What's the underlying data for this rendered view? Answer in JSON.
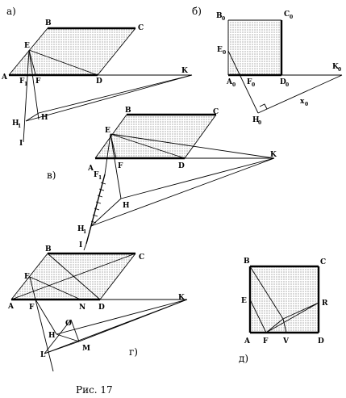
{
  "caption": "Рис. 17",
  "parts": {
    "a": {
      "tag": "а)",
      "labels": {
        "A": "A",
        "B": "B",
        "C": "C",
        "D": "D",
        "E": "E",
        "F": "F",
        "F1": "F",
        "F1s": "1",
        "K": "K",
        "H": "H",
        "H1": "H",
        "H1s": "1",
        "I": "I"
      }
    },
    "b": {
      "tag": "б)",
      "labels": {
        "B0": "B",
        "B0s": "0",
        "C0": "C",
        "C0s": "0",
        "E0": "E",
        "E0s": "0",
        "A0": "A",
        "A0s": "0",
        "F0": "F",
        "F0s": "0",
        "D0": "D",
        "D0s": "0",
        "K0": "K",
        "K0s": "0",
        "H0": "H",
        "H0s": "0",
        "x0": "x",
        "x0s": "0"
      }
    },
    "v": {
      "tag": "в)",
      "labels": {
        "A": "A",
        "B": "B",
        "C": "C",
        "D": "D",
        "E": "E",
        "F": "F",
        "F1": "F",
        "F1s": "1",
        "K": "K",
        "H": "H",
        "H1": "H",
        "H1s": "1",
        "I": "I"
      }
    },
    "g": {
      "tag": "г)",
      "labels": {
        "A": "A",
        "B": "B",
        "C": "C",
        "D": "D",
        "E": "E",
        "F": "F",
        "N": "N",
        "K": "K",
        "H": "H",
        "O": "O",
        "M": "M",
        "L": "L"
      }
    },
    "d": {
      "tag": "д)",
      "labels": {
        "B": "B",
        "C": "C",
        "E": "E",
        "R": "R",
        "A": "A",
        "F": "F",
        "V": "V",
        "D": "D"
      }
    }
  }
}
